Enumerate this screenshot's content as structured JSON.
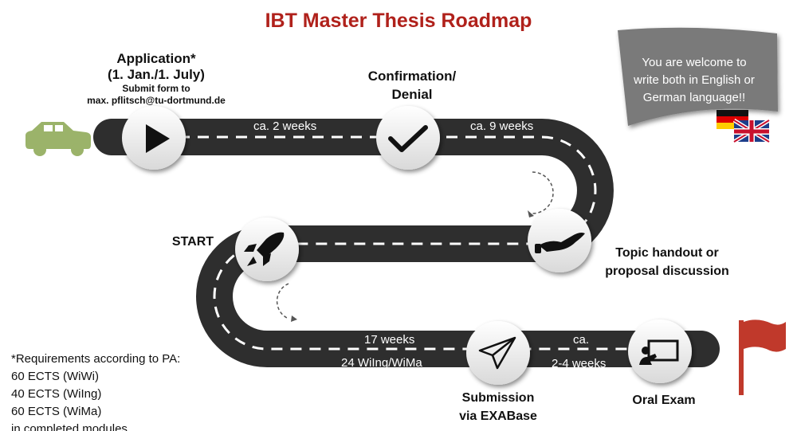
{
  "title": "IBT Master Thesis Roadmap",
  "milestones": {
    "application": {
      "line1": "Application*",
      "line2": "(1. Jan./1. July)",
      "line3": "Submit form to",
      "line4": "max. pflitsch@tu-dortmund.de"
    },
    "confirmation": {
      "line1": "Confirmation/",
      "line2": "Denial"
    },
    "topic": {
      "line1": "Topic handout or",
      "line2": "proposal discussion"
    },
    "start": {
      "label": "START"
    },
    "submission": {
      "line1": "Submission",
      "line2": "via EXABase"
    },
    "oral": {
      "label": "Oral Exam"
    }
  },
  "durations": {
    "d1": "ca. 2 weeks",
    "d2": "ca. 9 weeks",
    "d3a": "17 weeks",
    "d3b": "24 WiIng/WiMa",
    "d4a": "ca.",
    "d4b": "2-4 weeks"
  },
  "banner": {
    "line1": "You are welcome to",
    "line2": "write both in English or",
    "line3": "German language!!"
  },
  "requirements": {
    "line1": "*Requirements according to PA:",
    "line2": "60 ECTS (WiWi)",
    "line3": "40 ECTS (WiIng)",
    "line4": "60 ECTS (WiMa)",
    "line5": "in completed modules"
  },
  "colors": {
    "title": "#b0211b",
    "road": "#2e2e2e",
    "car": "#9bb36a",
    "flag": "#c0392b",
    "banner": "#7a7a7a"
  },
  "icons": [
    "car-icon",
    "play-icon",
    "check-icon",
    "hand-icon",
    "rocket-icon",
    "paper-plane-icon",
    "presentation-icon",
    "flag-icon",
    "german-flag-icon",
    "uk-flag-icon"
  ]
}
